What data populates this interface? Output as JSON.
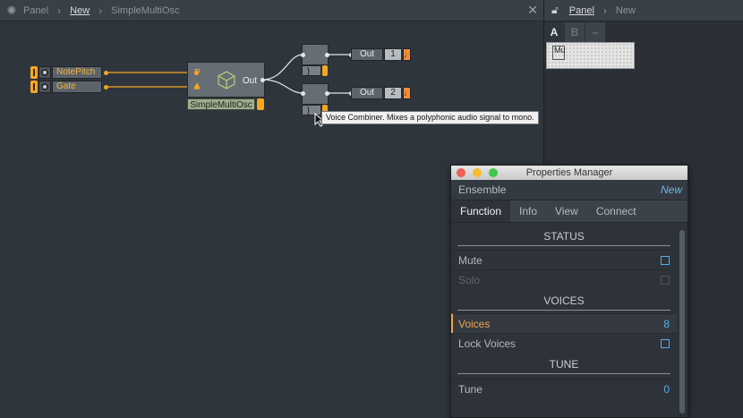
{
  "breadcrumb": {
    "items": [
      "Panel",
      "New",
      "SimpleMultiOsc"
    ]
  },
  "right_breadcrumb": {
    "items": [
      "Panel",
      "New"
    ]
  },
  "right_tabs": [
    "A",
    "B",
    "–"
  ],
  "palette": {
    "label": "Mu"
  },
  "modules": {
    "note_pitch": "NotePitch",
    "gate": "Gate",
    "osc_port_p": "P",
    "osc_port_a": "A",
    "osc_out": "Out",
    "osc_label": "SimpleMultiOsc",
    "vc_label": "}",
    "out1_label": "Out",
    "out1_num": "1",
    "out2_label": "Out",
    "out2_num": "2",
    "note_glyph": "♩"
  },
  "tooltip": "Voice Combiner. Mixes a polyphonic audio signal to mono.",
  "properties": {
    "title": "Properties Manager",
    "ensemble_label": "Ensemble",
    "ensemble_value": "New",
    "tabs": [
      "Function",
      "Info",
      "View",
      "Connect"
    ],
    "sections": {
      "status": "STATUS",
      "voices": "VOICES",
      "tune": "TUNE"
    },
    "rows": {
      "mute": "Mute",
      "solo": "Solo",
      "voices": "Voices",
      "voices_value": "8",
      "lock_voices": "Lock Voices",
      "tune": "Tune",
      "tune_value": "0"
    }
  },
  "colors": {
    "accent": "#f5a623",
    "link": "#5aa9e6"
  }
}
